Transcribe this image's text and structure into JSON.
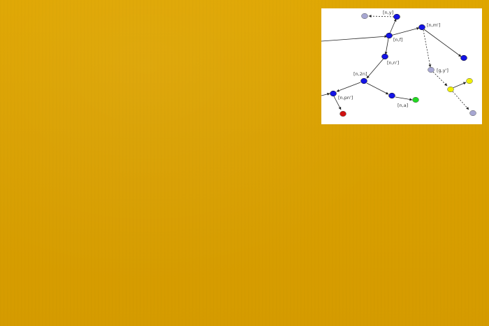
{
  "background": {
    "color": "#D9A000"
  },
  "diagram": {
    "panel_background": "#FFFFFF",
    "node_colors": {
      "primary": "#1414E6",
      "inactive": "#A7A7D2",
      "highlight": "#F0F000",
      "success": "#22D822",
      "error": "#D01010"
    },
    "labels": {
      "n_y": "[n,y]",
      "n_f": "[n,f]",
      "n_m": "[n,m']",
      "n_n": "[n,n']",
      "n_2n": "[n,2n]",
      "n_pn": "[n,pn']",
      "n_a": "[n,a]",
      "g_y": "[g,y']"
    }
  }
}
